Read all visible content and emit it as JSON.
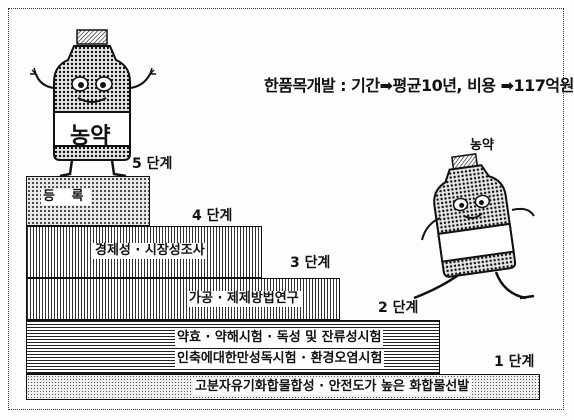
{
  "headline": {
    "prefix": "한품목개발 : 기간",
    "period": "평균10년,",
    "cost_prefix": " 비용 ",
    "cost": "117억원",
    "arrow": "➡"
  },
  "bottle_big_label": "농약",
  "bottle_small_label": "농약",
  "steps": [
    {
      "label": "5 단계",
      "text": "등    록"
    },
    {
      "label": "4 단계",
      "text": "경제성 · 시장성조사"
    },
    {
      "label": "3 단계",
      "text": "가공 · 제제방법연구"
    },
    {
      "label": "2 단계",
      "text_lines": [
        "약효 · 약해시험 · 독성 및 잔류성시험",
        "인축에대한만성독시험 · 환경오염시험"
      ]
    },
    {
      "label": "1 단계",
      "text": "고분자유기화합물합성 · 안전도가 높은 화합물선발"
    }
  ]
}
